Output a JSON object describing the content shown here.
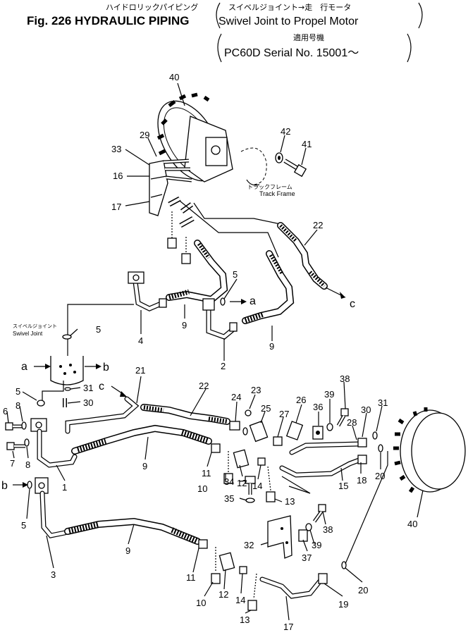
{
  "header": {
    "title_jp": "ハイドロリックパイピング",
    "title_en": "Fig. 226 HYDRAULIC PIPING",
    "subtitle_jp": "スイベルジョイント→走　行モータ",
    "subtitle_en": "Swivel Joint to Propel Motor",
    "serial_jp": "適用号機",
    "serial_en": "PC60D  Serial  No.  15001～"
  },
  "labels": {
    "track_frame_jp": "トラックフレーム",
    "track_frame_en": "Track  Frame",
    "swivel_joint_jp": "スイベルジョイント",
    "swivel_joint_en": "Swivel  Joint",
    "arrow_a": "a",
    "arrow_b": "b",
    "arrow_c": "c"
  },
  "callouts": {
    "n40a": "40",
    "n42": "42",
    "n41": "41",
    "n29": "29",
    "n33": "33",
    "n16": "16",
    "n17a": "17",
    "n22a": "22",
    "n5a": "5",
    "n4": "4",
    "n9a": "9",
    "n9b": "9",
    "n2": "2",
    "n5b": "5",
    "n21": "21",
    "n22b": "22",
    "n31a": "31",
    "n30a": "30",
    "n5c": "5",
    "n6": "6",
    "n8a": "8",
    "n7": "7",
    "n8b": "8",
    "n1": "1",
    "n9c": "9",
    "n23": "23",
    "n24": "24",
    "n25": "25",
    "n27": "27",
    "n26": "26",
    "n36": "36",
    "n39a": "39",
    "n38a": "38",
    "n30b": "30",
    "n31b": "31",
    "n28": "28",
    "n11a": "11",
    "n10a": "10",
    "n12a": "12",
    "n14a": "14",
    "n13a": "13",
    "n15": "15",
    "n18": "18",
    "n20a": "20",
    "n40b": "40",
    "n34": "34",
    "n35": "35",
    "n32": "32",
    "n37": "37",
    "n39b": "39",
    "n38b": "38",
    "n5d": "5",
    "n3": "3",
    "n9d": "9",
    "n11b": "11",
    "n10b": "10",
    "n12b": "12",
    "n14b": "14",
    "n13b": "13",
    "n17b": "17",
    "n19": "19",
    "n20b": "20"
  }
}
